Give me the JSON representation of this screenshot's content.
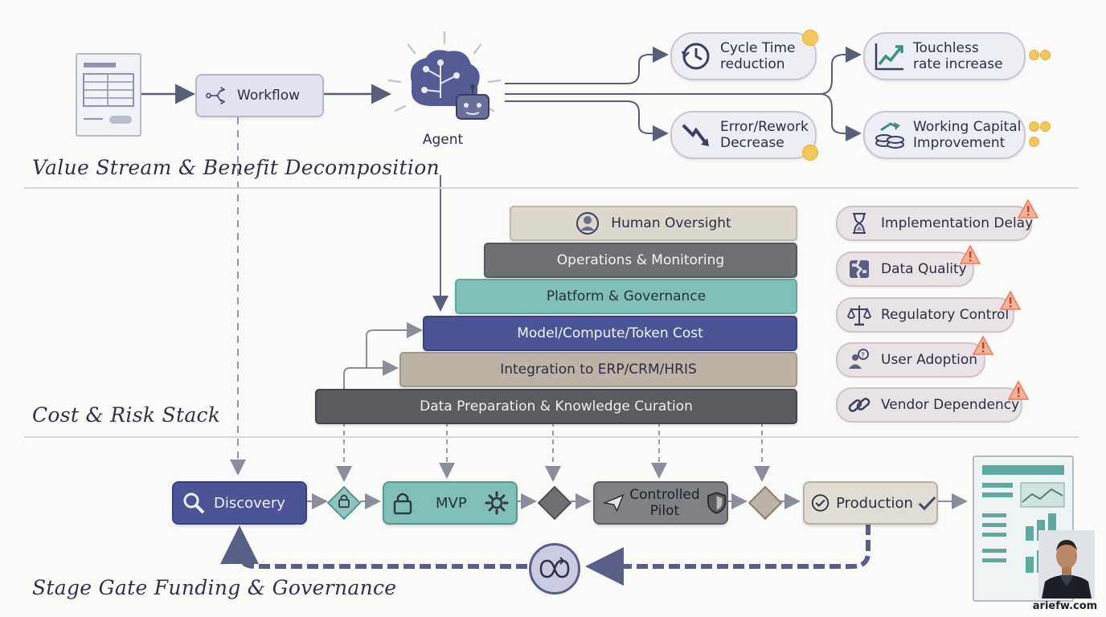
{
  "sections": {
    "value_stream_title": "Value Stream & Benefit Decomposition",
    "cost_risk_title": "Cost & Risk Stack",
    "stage_gate_title": "Stage Gate Funding & Governance"
  },
  "value_stream": {
    "workflow_label": "Workflow",
    "agent_label": "Agent",
    "benefits": [
      {
        "line1": "Cycle Time",
        "line2": "reduction"
      },
      {
        "line1": "Error/Rework",
        "line2": "Decrease"
      },
      {
        "line1": "Touchless",
        "line2": "rate increase"
      },
      {
        "line1": "Working Capital",
        "line2": "Improvement"
      }
    ]
  },
  "cost_stack": {
    "layers": [
      {
        "label": "Human Oversight",
        "color": "#dcd7cd"
      },
      {
        "label": "Operations & Monitoring",
        "color": "#6e7074"
      },
      {
        "label": "Platform & Governance",
        "color": "#7fbfb8"
      },
      {
        "label": "Model/Compute/Token Cost",
        "color": "#4d5496"
      },
      {
        "label": "Integration to ERP/CRM/HRIS",
        "color": "#bcb3a6"
      },
      {
        "label": "Data Preparation & Knowledge Curation",
        "color": "#5a5c60"
      }
    ]
  },
  "risks": [
    {
      "label": "Implementation Delay",
      "icon": "hourglass-icon"
    },
    {
      "label": "Data Quality",
      "icon": "broken-data-icon"
    },
    {
      "label": "Regulatory Control",
      "icon": "scales-icon"
    },
    {
      "label": "User Adoption",
      "icon": "users-question-icon"
    },
    {
      "label": "Vendor Dependency",
      "icon": "chain-link-icon"
    }
  ],
  "stages": {
    "discovery": "Discovery",
    "mvp": "MVP",
    "pilot_line1": "Controlled",
    "pilot_line2": "Pilot",
    "production": "Production"
  },
  "footer": {
    "site": "ariefw.com"
  },
  "colors": {
    "navy": "#4d5496",
    "teal": "#7fbfb8",
    "warning": "#e77c5e",
    "benefit_dot": "#f2c75c"
  }
}
